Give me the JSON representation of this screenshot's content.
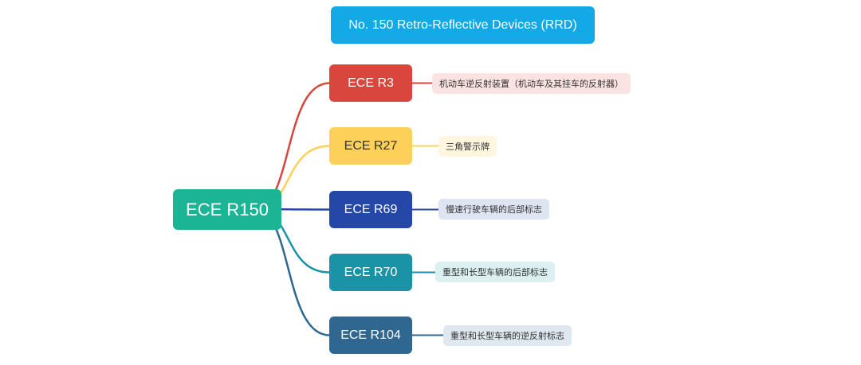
{
  "title": "No. 150 Retro-Reflective Devices (RRD)",
  "root": {
    "label": "ECE R150",
    "color": "#1bb595"
  },
  "branches": [
    {
      "label": "ECE R3",
      "description": "机动车逆反射装置（机动车及其挂车的反射器）",
      "color": "#d9463e",
      "text_color": "#ffffff",
      "desc_bg": "#fbe3e1"
    },
    {
      "label": "ECE R27",
      "description": "三角警示牌",
      "color": "#fdd05a",
      "text_color": "#333333",
      "desc_bg": "#fff6df"
    },
    {
      "label": "ECE R69",
      "description": "慢速行驶车辆的后部标志",
      "color": "#2547a8",
      "text_color": "#ffffff",
      "desc_bg": "#dfe4f2"
    },
    {
      "label": "ECE R70",
      "description": "重型和长型车辆的后部标志",
      "color": "#1b93a7",
      "text_color": "#ffffff",
      "desc_bg": "#dcf0f2"
    },
    {
      "label": "ECE R104",
      "description": "重型和长型车辆的逆反射标志",
      "color": "#2f6790",
      "text_color": "#ffffff",
      "desc_bg": "#dfe8ef"
    }
  ]
}
